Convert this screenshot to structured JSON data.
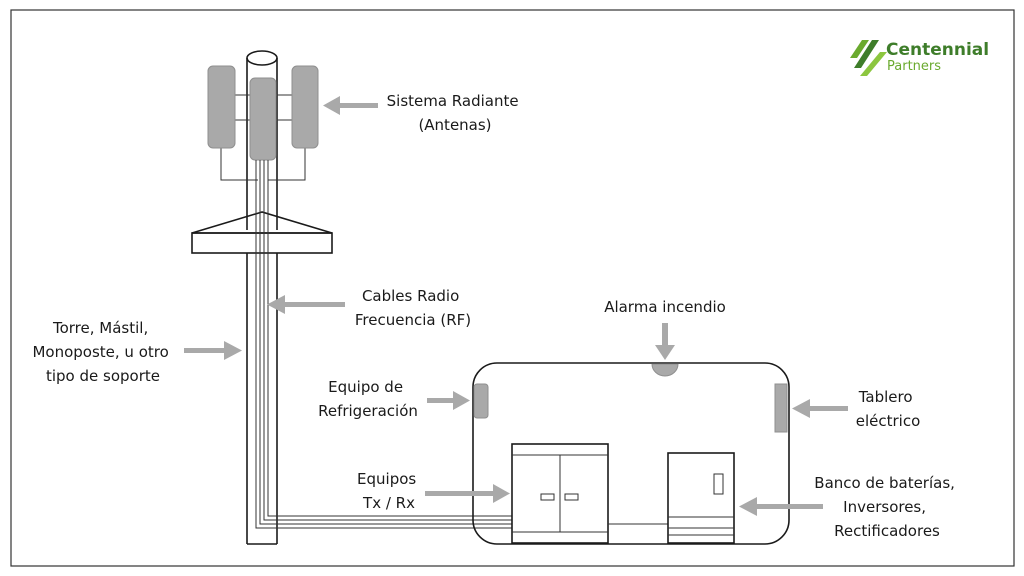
{
  "logo": {
    "name": "Centennial",
    "sub": "Partners",
    "color_primary": "#3e7d2a",
    "color_secondary": "#6aaa2e"
  },
  "labels": {
    "antennas": [
      "Sistema Radiante",
      "(Antenas)"
    ],
    "rf_cables": [
      "Cables Radio",
      "Frecuencia (RF)"
    ],
    "tower": [
      "Torre, Mástil,",
      "Monoposte, u otro",
      "tipo de soporte"
    ],
    "fire_alarm": [
      "Alarma incendio"
    ],
    "cooling": [
      "Equipo de",
      "Refrigeración"
    ],
    "panel": [
      "Tablero",
      "eléctrico"
    ],
    "txrx": [
      "Equipos",
      "Tx / Rx"
    ],
    "batteries": [
      "Banco de baterías,",
      "Inversores,",
      "Rectificadores"
    ]
  },
  "colors": {
    "arrow": "#a9a9a9",
    "stroke": "#1a1a1a"
  }
}
